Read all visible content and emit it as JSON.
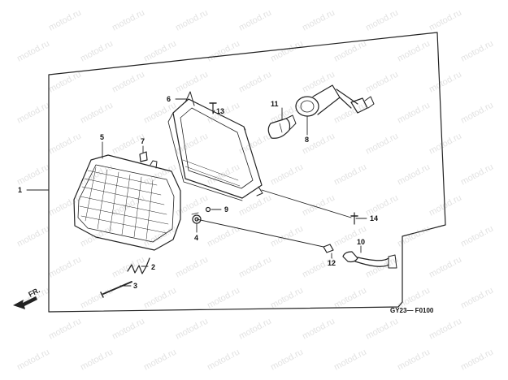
{
  "watermark": "motod.ru",
  "direction_label": "FR.",
  "diagram_code": "GY23— F0100",
  "callouts": {
    "c1": "1",
    "c2": "2",
    "c3": "3",
    "c4": "4",
    "c5": "5",
    "c6": "6",
    "c7": "7",
    "c8": "8",
    "c9": "9",
    "c10": "10",
    "c11": "11",
    "c12": "12",
    "c13": "13",
    "c14": "14"
  }
}
